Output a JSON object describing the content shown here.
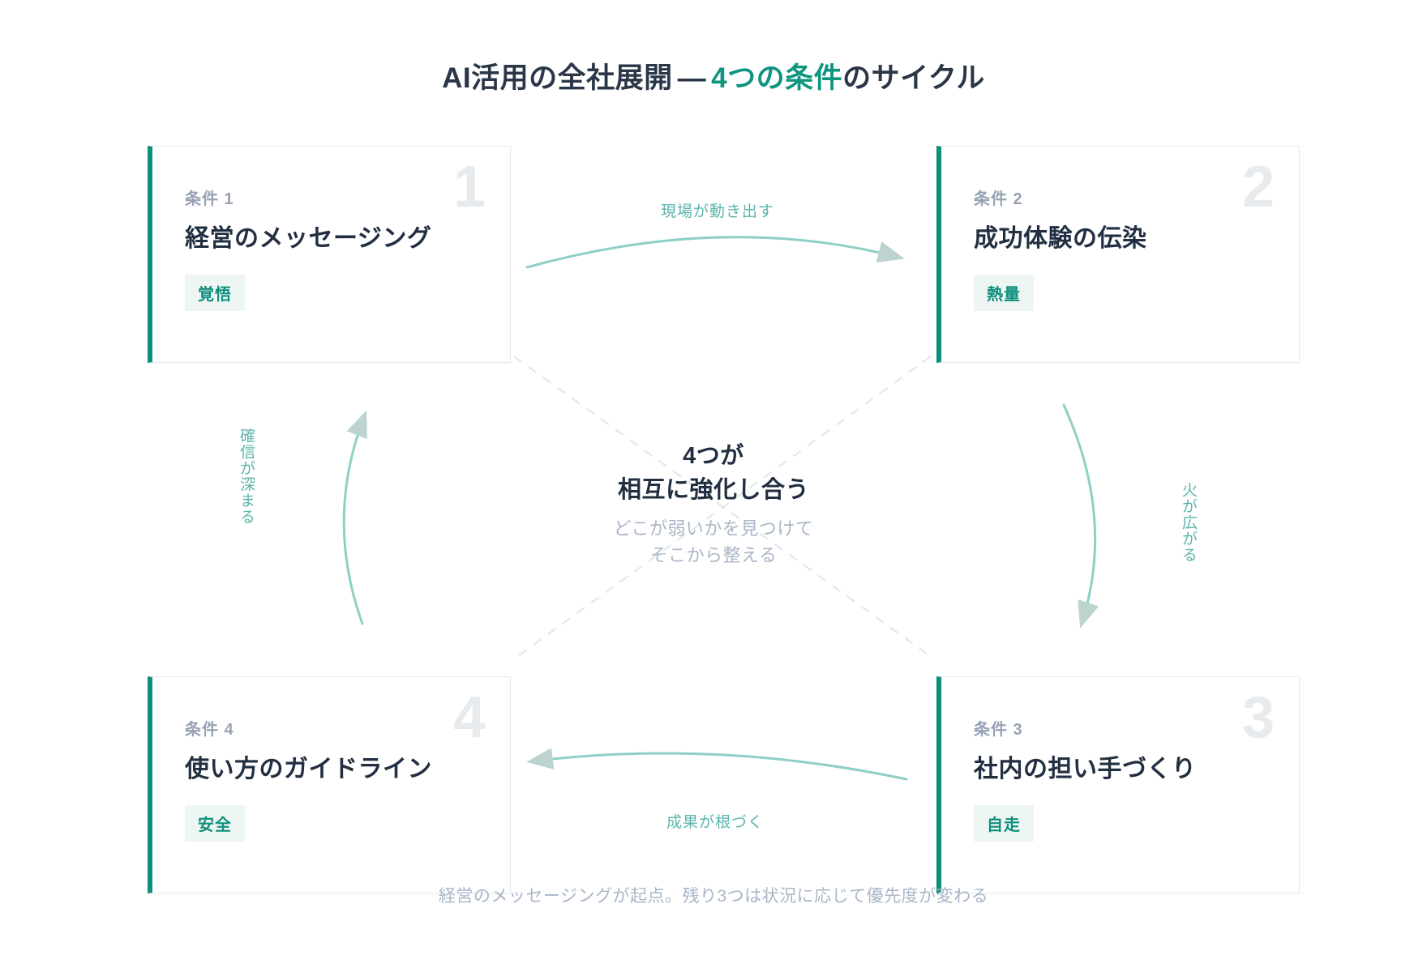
{
  "title": {
    "main": "AI活用の全社展開",
    "dash": "—",
    "accent": "4つの条件",
    "suffix": "のサイクル"
  },
  "colors": {
    "accent": "#0e8f7c",
    "accent_light": "#5bb5ab",
    "tag_bg": "#eef6f4",
    "ghost_number": "#e8ebee",
    "kicker": "#97a3b4",
    "heading": "#222f42",
    "muted": "#aab6c8",
    "dashed_line": "#dde4ea",
    "card_border": "#e7ebee"
  },
  "cards": [
    {
      "kicker": "条件 1",
      "number": "1",
      "title": "経営のメッセージング",
      "tag": "覚悟"
    },
    {
      "kicker": "条件 2",
      "number": "2",
      "title": "成功体験の伝染",
      "tag": "熱量"
    },
    {
      "kicker": "条件 3",
      "number": "3",
      "title": "社内の担い手づくり",
      "tag": "自走"
    },
    {
      "kicker": "条件 4",
      "number": "4",
      "title": "使い方のガイドライン",
      "tag": "安全"
    }
  ],
  "edges": {
    "top": "現場が動き出す",
    "right": "火が広がる",
    "bottom": "成果が根づく",
    "left": "確信が深まる"
  },
  "center": {
    "line1": "4つが",
    "line2": "相互に強化し合う",
    "sub1": "どこが弱いかを見つけて",
    "sub2": "そこから整える"
  },
  "footer": "経営のメッセージングが起点。残り3つは状況に応じて優先度が変わる"
}
